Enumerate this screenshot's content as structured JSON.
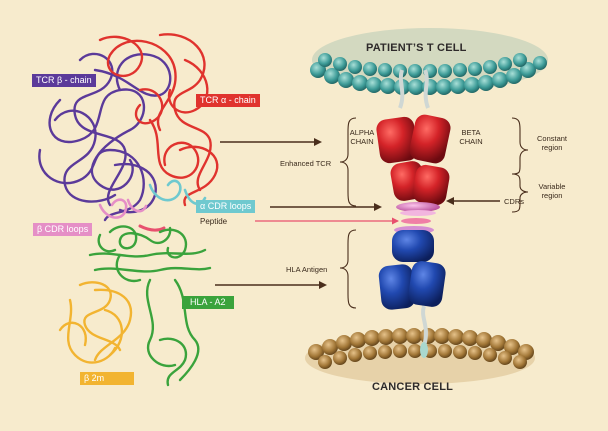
{
  "labels": {
    "tcr_beta": "TCR β - chain",
    "tcr_alpha": "TCR α - chain",
    "alpha_cdr": "α CDR loops",
    "beta_cdr": "β CDR loops",
    "peptide": "Peptide",
    "hla_a2": "HLA - A2",
    "b2m": "β 2m",
    "patient_t_cell": "PATIENT’S T CELL",
    "cancer_cell": "CANCER CELL",
    "alpha_chain_1": "ALPHA",
    "alpha_chain_2": "CHAIN",
    "beta_chain_1": "BETA",
    "beta_chain_2": "CHAIN",
    "constant_region_1": "Constant",
    "constant_region_2": "region",
    "variable_region_1": "Variable",
    "variable_region_2": "region",
    "enhanced_tcr": "Enhanced TCR",
    "cdrs": "CDRs",
    "hla_antigen": "HLA Antigen"
  },
  "colors": {
    "background": "#f7ebcd",
    "tcr_beta": "#5b3a9a",
    "tcr_alpha": "#e0332e",
    "alpha_cdr": "#6fc9cf",
    "beta_cdr": "#e58fc6",
    "peptide": "#e8506e",
    "hla_a2": "#3aa33c",
    "b2m": "#f2b431",
    "t_cell_membrane": "#3fa3a0",
    "cancer_membrane": "#9a7337",
    "tcr_domain": "#cf2026",
    "hla_domain": "#1e3f9e",
    "cdr_pink": "#d96cb7",
    "arrow": "#4a2e1c"
  }
}
